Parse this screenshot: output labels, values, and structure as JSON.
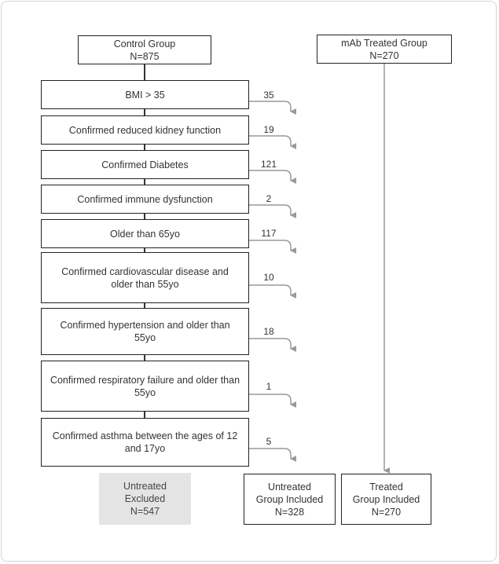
{
  "control": {
    "title": "Control Group",
    "n": "N=875"
  },
  "treated": {
    "title": "mAb Treated Group",
    "n": "N=270"
  },
  "steps": [
    {
      "label": "BMI > 35",
      "excluded": "35"
    },
    {
      "label": "Confirmed  reduced kidney function",
      "excluded": "19"
    },
    {
      "label": "Confirmed  Diabetes",
      "excluded": "121"
    },
    {
      "label": "Confirmed  immune dysfunction",
      "excluded": "2"
    },
    {
      "label": "Older than 65yo",
      "excluded": "117"
    },
    {
      "label": "Confirmed  cardiovascular  disease  and older than 55yo",
      "excluded": "10"
    },
    {
      "label": "Confirmed  hypertension and older than 55yo",
      "excluded": "18"
    },
    {
      "label": "Confirmed  respiratory failure and older than 55yo",
      "excluded": "1"
    },
    {
      "label": "Confirmed  asthma between the ages of 12 and 17yo",
      "excluded": "5"
    }
  ],
  "outcomes": {
    "untreated_excluded": {
      "line1": "Untreated",
      "line2": "Excluded",
      "line3": "N=547"
    },
    "untreated_included": {
      "line1": "Untreated",
      "line2": "Group Included",
      "line3": "N=328"
    },
    "treated_included": {
      "line1": "Treated",
      "line2": "Group Included",
      "line3": "N=270"
    }
  },
  "colors": {
    "connector": "#999999",
    "box_border": "#222222",
    "shaded_box": "#e4e4e4"
  }
}
